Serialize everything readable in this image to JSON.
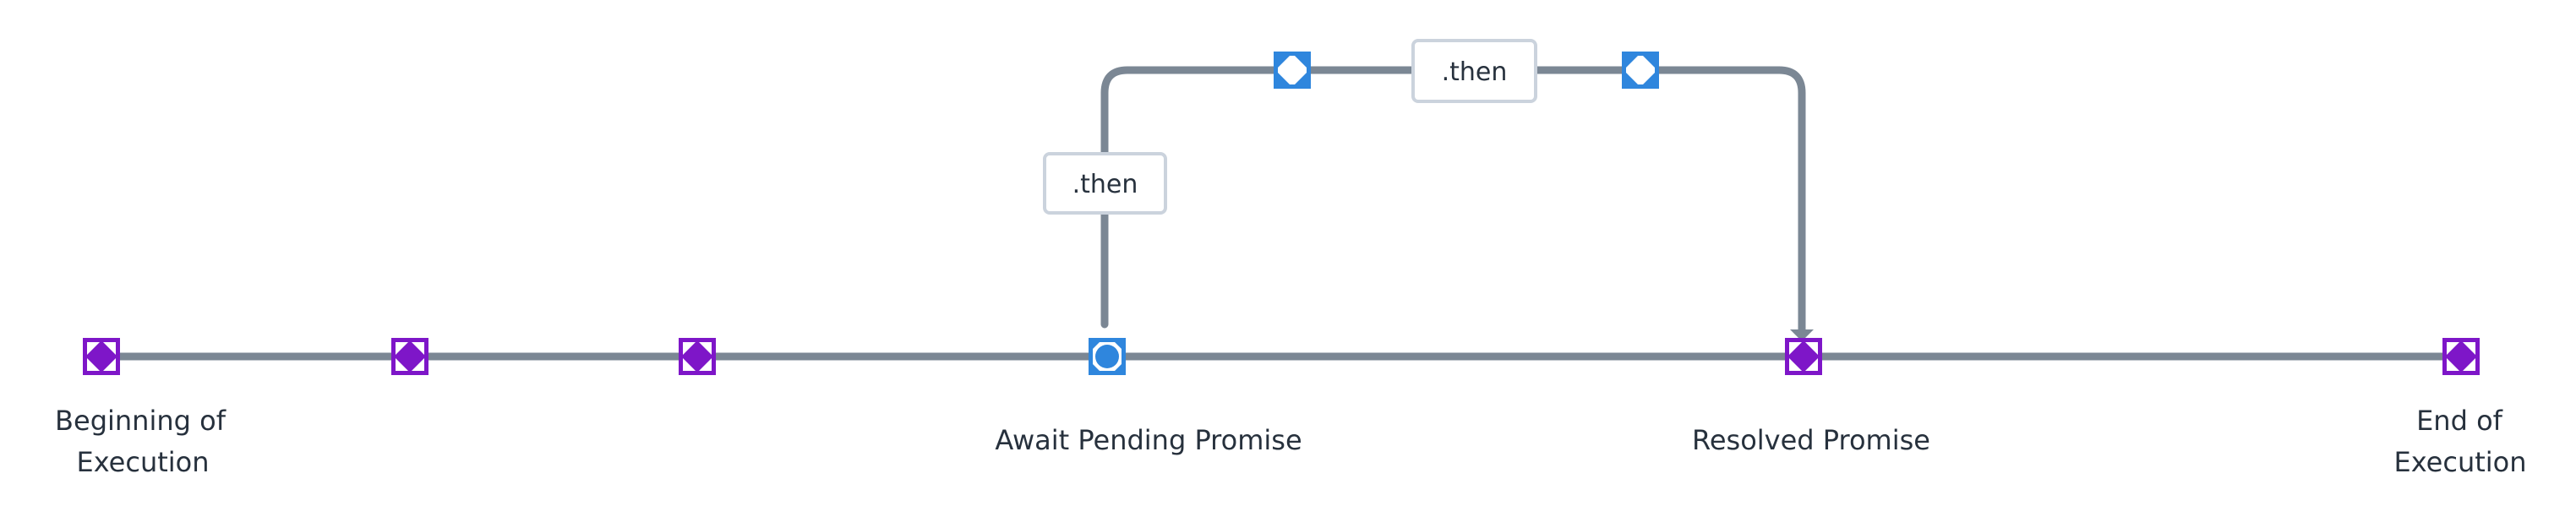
{
  "colors": {
    "sync_node": "#7e16c8",
    "async_node": "#2f86dd",
    "edge": "#7b8794",
    "label_border": "#cbd3dd",
    "text": "#27313d"
  },
  "nodes": {
    "beginning": {
      "label_line1": "Beginning of",
      "label_line2": "Execution",
      "icon": "square-diamond-icon"
    },
    "step_2": {
      "icon": "square-diamond-icon"
    },
    "step_3": {
      "icon": "square-diamond-icon"
    },
    "await_pending": {
      "label": "Await Pending Promise",
      "icon": "square-circle-icon"
    },
    "callback_1": {
      "icon": "square-corner-icon"
    },
    "callback_2": {
      "icon": "square-corner-icon"
    },
    "resolved": {
      "label": "Resolved Promise",
      "icon": "square-diamond-icon"
    },
    "end": {
      "label_line1": "End of",
      "label_line2": "Execution",
      "icon": "square-diamond-icon"
    }
  },
  "edge_labels": {
    "then_vertical": ".then",
    "then_top": ".then"
  }
}
